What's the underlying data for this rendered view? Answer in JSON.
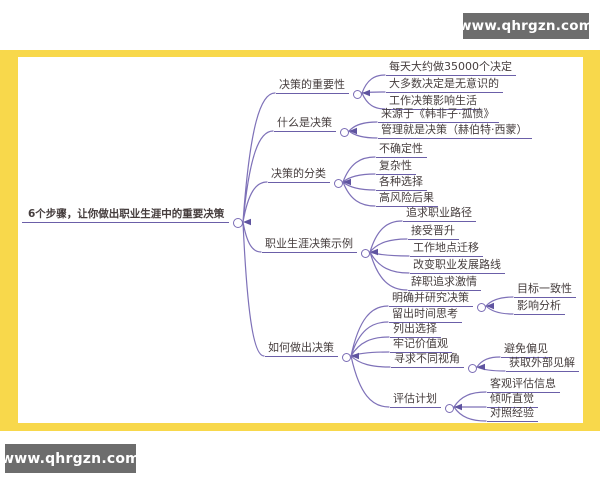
{
  "page": {
    "watermark_top": "www.qhrgzn.com",
    "watermark_bottom": "www.qhrgzn.com"
  },
  "colors": {
    "frame": "#f8d84b",
    "line": "#7e71b8",
    "underline": "#6b5fa8",
    "text": "#453d3d",
    "watermark_bg": "#6d6d6d",
    "watermark_text": "#ffffff",
    "canvas": "#ffffff"
  },
  "mindmap": {
    "root": {
      "label": "6个步骤，让你做出职业生涯中的重要决策",
      "children": [
        {
          "label": "决策的重要性",
          "children": [
            {
              "label": "每天大约做35000个决定"
            },
            {
              "label": "大多数决定是无意识的"
            },
            {
              "label": "工作决策影响生活"
            }
          ]
        },
        {
          "label": "什么是决策",
          "children": [
            {
              "label": "来源于《韩非子·孤愤》"
            },
            {
              "label": "管理就是决策（赫伯特·西蒙）"
            }
          ]
        },
        {
          "label": "决策的分类",
          "children": [
            {
              "label": "不确定性"
            },
            {
              "label": "复杂性"
            },
            {
              "label": "各种选择"
            },
            {
              "label": "高风险后果"
            }
          ]
        },
        {
          "label": "职业生涯决策示例",
          "children": [
            {
              "label": "追求职业路径"
            },
            {
              "label": "接受晋升"
            },
            {
              "label": "工作地点迁移"
            },
            {
              "label": "改变职业发展路线"
            },
            {
              "label": "辞职追求激情"
            }
          ]
        },
        {
          "label": "如何做出决策",
          "children": [
            {
              "label": "明确并研究决策",
              "children": [
                {
                  "label": "目标一致性"
                },
                {
                  "label": "影响分析"
                }
              ]
            },
            {
              "label": "留出时间思考"
            },
            {
              "label": "列出选择"
            },
            {
              "label": "牢记价值观"
            },
            {
              "label": "寻求不同视角",
              "children": [
                {
                  "label": "避免偏见"
                },
                {
                  "label": "获取外部见解"
                }
              ]
            },
            {
              "label": "评估计划",
              "children": [
                {
                  "label": "客观评估信息"
                },
                {
                  "label": "倾听直觉"
                },
                {
                  "label": "对照经验"
                }
              ]
            }
          ]
        }
      ]
    }
  }
}
